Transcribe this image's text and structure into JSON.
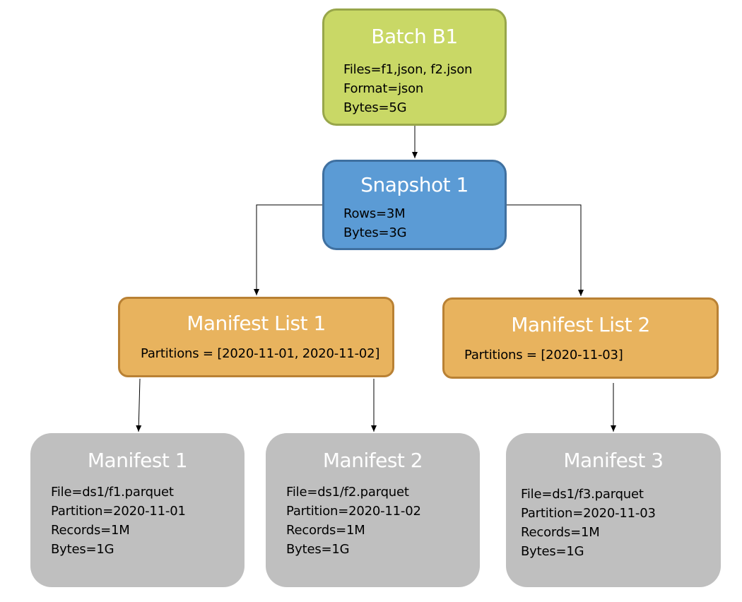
{
  "nodes": {
    "batch": {
      "title": "Batch B1",
      "lines": [
        "Files=f1,json, f2.json",
        "Format=json",
        "Bytes=5G"
      ]
    },
    "snapshot": {
      "title": "Snapshot 1",
      "lines": [
        "Rows=3M",
        "Bytes=3G"
      ]
    },
    "manifest_list_1": {
      "title": "Manifest List 1",
      "lines": [
        "Partitions = [2020-11-01, 2020-11-02]"
      ]
    },
    "manifest_list_2": {
      "title": "Manifest List 2",
      "lines": [
        "Partitions = [2020-11-03]"
      ]
    },
    "manifest_1": {
      "title": "Manifest 1",
      "lines": [
        "File=ds1/f1.parquet",
        "Partition=2020-11-01",
        "Records=1M",
        "Bytes=1G"
      ]
    },
    "manifest_2": {
      "title": "Manifest 2",
      "lines": [
        "File=ds1/f2.parquet",
        "Partition=2020-11-02",
        "Records=1M",
        "Bytes=1G"
      ]
    },
    "manifest_3": {
      "title": "Manifest 3",
      "lines": [
        "File=ds1/f3.parquet",
        "Partition=2020-11-03",
        "Records=1M",
        "Bytes=1G"
      ]
    }
  },
  "colors": {
    "batch_fill": "#c9d866",
    "snapshot_fill": "#5b9bd5",
    "manifest_list_fill": "#e8b35e",
    "manifest_fill": "#bfbfbf",
    "edge": "#000000"
  },
  "edges": [
    {
      "from": "batch",
      "to": "snapshot"
    },
    {
      "from": "snapshot",
      "to": "manifest_list_1"
    },
    {
      "from": "snapshot",
      "to": "manifest_list_2"
    },
    {
      "from": "manifest_list_1",
      "to": "manifest_1"
    },
    {
      "from": "manifest_list_1",
      "to": "manifest_2"
    },
    {
      "from": "manifest_list_2",
      "to": "manifest_3"
    }
  ]
}
